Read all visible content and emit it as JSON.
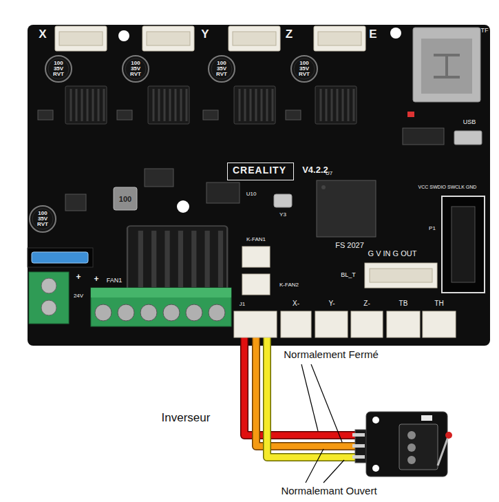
{
  "diagram": {
    "nodes": [
      {
        "text": [
          "CREALITY"
        ]
      }
    ],
    "labels": [
      "X",
      "Y",
      "Z",
      "E",
      "TF",
      "100 35V RVT",
      "100 35V RVT",
      "100 35V RVT",
      "100 35V RVT",
      "100 35V RVT",
      "USB",
      "V4.2.2",
      "U10",
      "U7",
      "Y3",
      "FS 2027",
      "VCC SWDIO SWCLK GND",
      "P1",
      "K-FAN1",
      "K-FAN2",
      "G V IN G OUT",
      "BL_T",
      "J1",
      "X-",
      "Y-",
      "Z-",
      "TB",
      "TH",
      "100",
      "+",
      "+",
      "FAN1",
      "24V",
      "Inverseur",
      "Normalement Fermé",
      "Normalemant Ouvert"
    ]
  }
}
